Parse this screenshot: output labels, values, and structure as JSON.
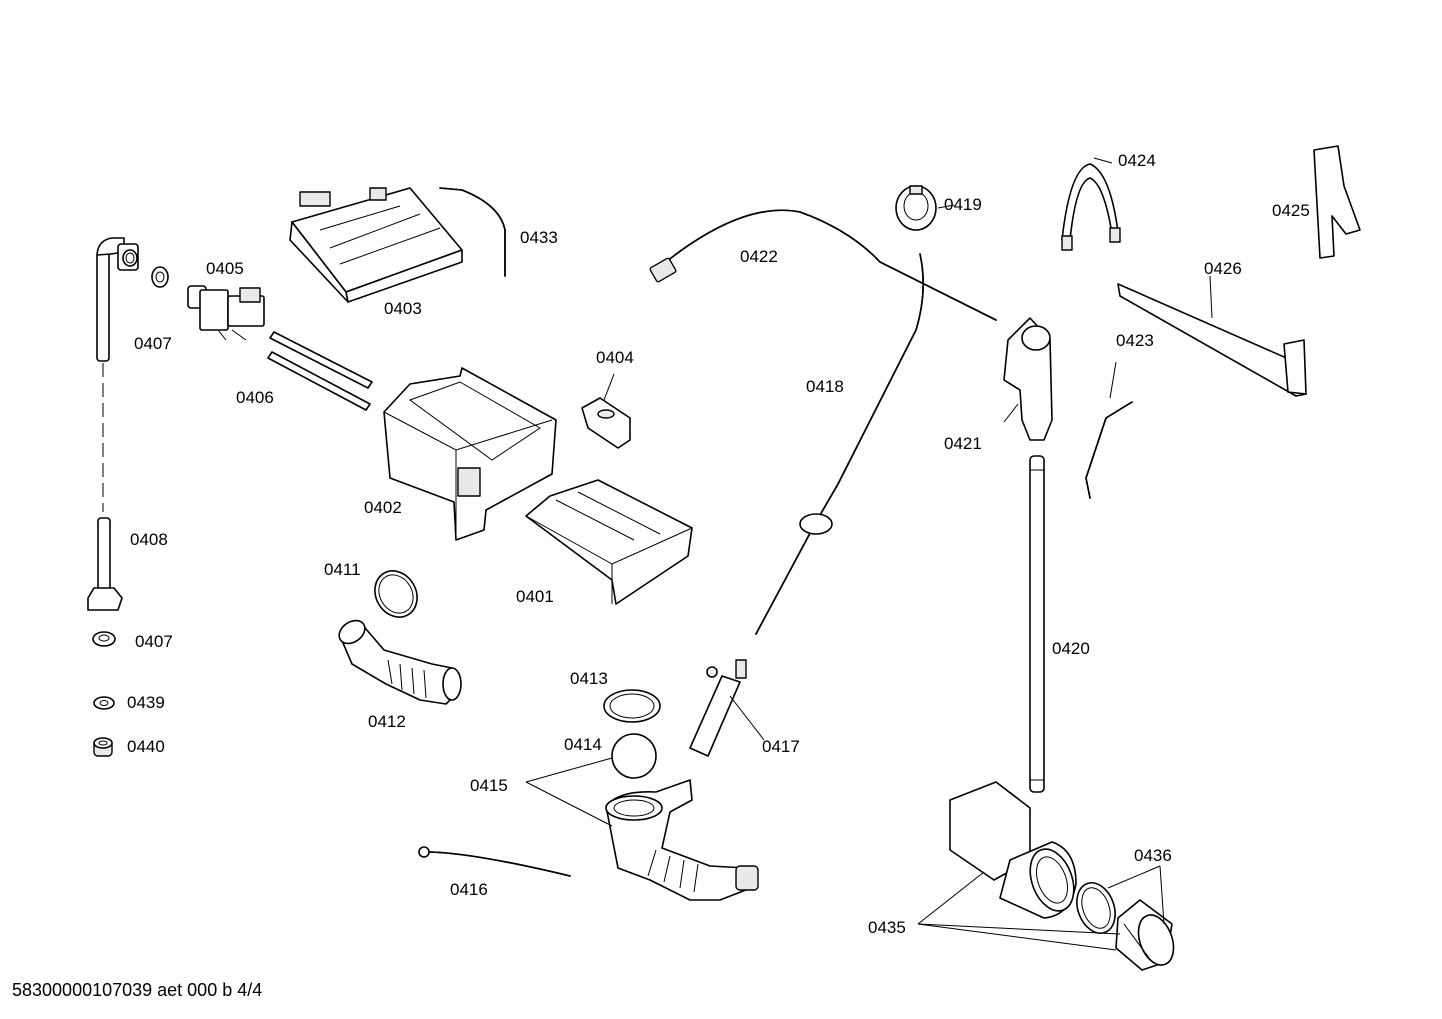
{
  "diagram": {
    "footer_code": "58300000107039 aet 000 b 4/4",
    "labels": {
      "p0401": "0401",
      "p0402": "0402",
      "p0403": "0403",
      "p0404": "0404",
      "p0405": "0405",
      "p0406": "0406",
      "p0407a": "0407",
      "p0407b": "0407",
      "p0408": "0408",
      "p0411": "0411",
      "p0412": "0412",
      "p0413": "0413",
      "p0414": "0414",
      "p0415": "0415",
      "p0416": "0416",
      "p0417": "0417",
      "p0418": "0418",
      "p0419": "0419",
      "p0420": "0420",
      "p0421": "0421",
      "p0422": "0422",
      "p0423": "0423",
      "p0424": "0424",
      "p0425": "0425",
      "p0426": "0426",
      "p0433": "0433",
      "p0435": "0435",
      "p0436": "0436",
      "p0439": "0439",
      "p0440": "0440"
    }
  }
}
